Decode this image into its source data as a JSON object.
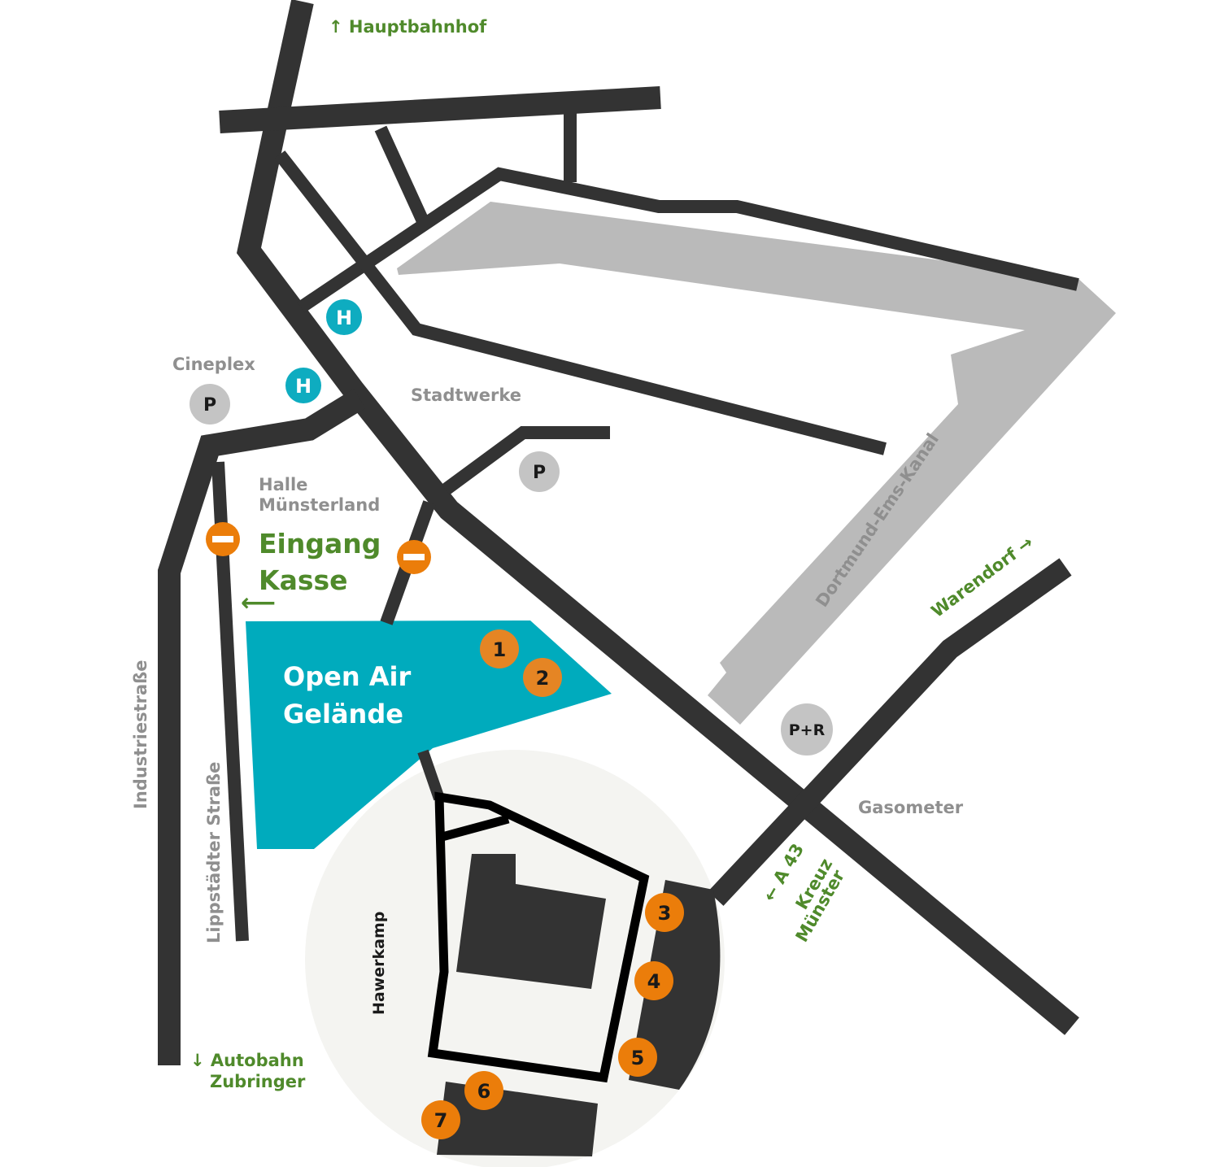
{
  "colors": {
    "road": "#333333",
    "canal": "#bababa",
    "openair": "#00abbd",
    "circle": "#f4f4f1",
    "marker_orange": "#eb7d0a",
    "numbered_orange": "#e58524",
    "bus_stop": "#0eacc0",
    "parking": "#c4c4c4",
    "label_grey": "#8f8f8f",
    "label_green": "#4f8a2b"
  },
  "labels": {
    "hauptbahnhof": "↑ Hauptbahnhof",
    "cineplex": "Cineplex",
    "stadtwerke": "Stadtwerke",
    "halle_line1": "Halle",
    "halle_line2": "Münsterland",
    "eingang": "Eingang",
    "kasse": "Kasse",
    "arrow_left": "⟵",
    "open_air_line1": "Open Air",
    "open_air_line2": "Gelände",
    "canal": "Dortmund-Ems-Kanal",
    "warendorf": "Warendorf →",
    "gasometer": "Gasometer",
    "a43_line1": "← A 43",
    "a43_line2": "Kreuz",
    "a43_line3": "Münster",
    "industriestrasse": "Industriestraße",
    "lippstaedter": "Lippstädter Straße",
    "hawerkamp": "Hawerkamp",
    "autobahn_line1": "↓ Autobahn",
    "autobahn_line2": "Zubringer"
  },
  "markers": {
    "bus_stop_letter": "H",
    "parking_letter": "P",
    "park_ride": "P+R",
    "numbers": [
      "1",
      "2",
      "3",
      "4",
      "5",
      "6",
      "7"
    ]
  }
}
